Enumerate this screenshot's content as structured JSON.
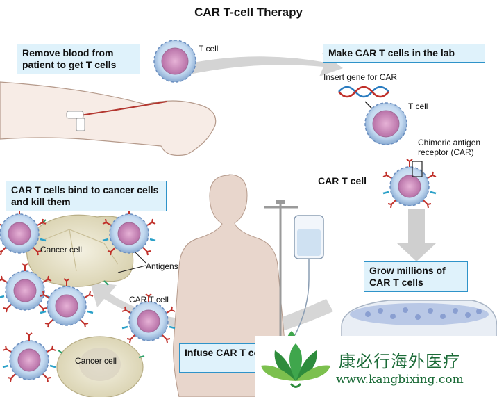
{
  "title": "CAR T-cell Therapy",
  "boxes": {
    "remove_blood": "Remove blood from patient to get T cells",
    "make_car": "Make CAR T cells in the lab",
    "bind_cancer": "CAR T cells bind to cancer cells and kill them",
    "grow": "Grow millions of CAR T cells",
    "infuse": "Infuse CAR T cells into patient"
  },
  "labels": {
    "t_cell_top": "T cell",
    "insert_gene": "Insert gene for CAR",
    "t_cell_lab": "T cell",
    "car_receptor": "Chimeric antigen receptor (CAR)",
    "car_t_cell_lab": "CAR T cell",
    "cancer_cell_top": "Cancer cell",
    "antigens": "Antigens",
    "car_t_cell_bottom": "CAR T cell",
    "cancer_cell_bottom": "Cancer cell"
  },
  "watermark": {
    "name": "康必行海外医疗",
    "url": "www.kangbixing.com"
  },
  "colors": {
    "box_fill": "#dff2fb",
    "box_border": "#2e93c9",
    "cell_body": "#c9dff2",
    "nucleus": "#c98fb8",
    "receptor_red": "#c0302a",
    "arrow_gray": "#c8c8c8",
    "watermark_green": "#1a6a36"
  }
}
